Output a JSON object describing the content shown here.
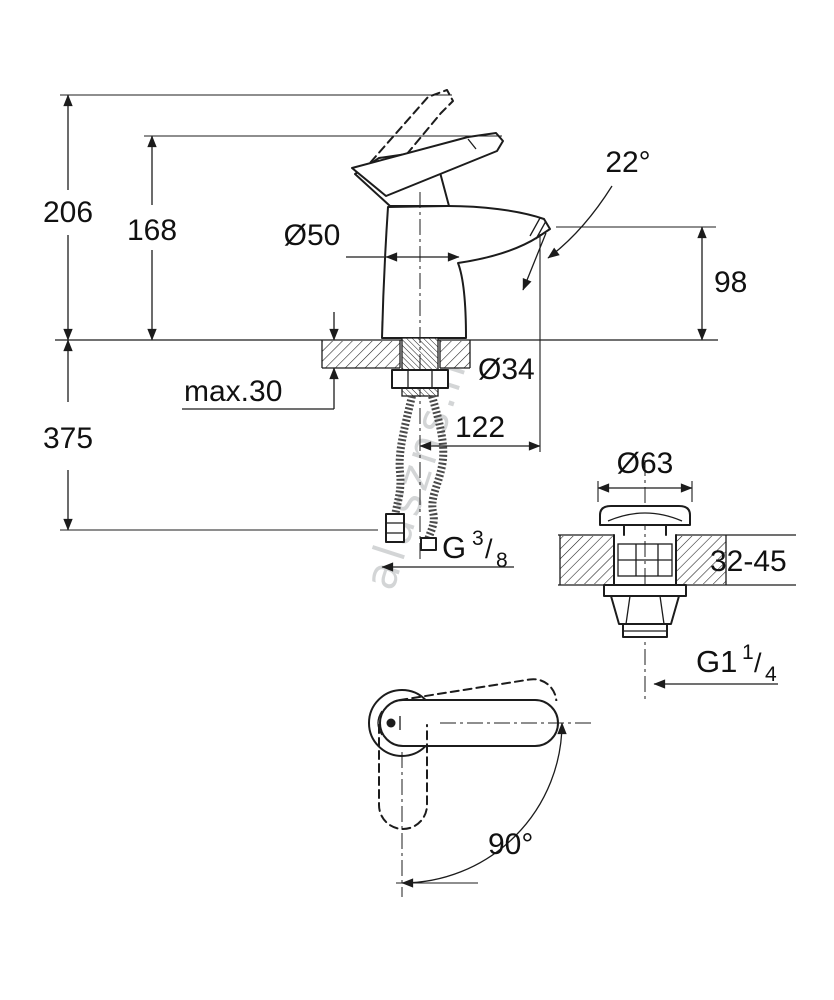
{
  "watermark": "alaszns.h",
  "dims": {
    "total_height": "206",
    "handle_height": "168",
    "body_diameter": "Ø50",
    "spout_angle": "22°",
    "spout_height": "98",
    "below_deck_depth": "375",
    "deck_thickness_max": "max.30",
    "hole_diameter": "Ø34",
    "spout_reach": "122",
    "drain_cap_diameter": "Ø63",
    "drain_deck_range": "32-45",
    "handle_swivel_angle": "90°",
    "hose_thread": {
      "g": "G",
      "sup": "3",
      "slash": "/",
      "sub": "8"
    },
    "drain_thread": {
      "g": "G1",
      "sup": "1",
      "slash": "/",
      "sub": "4"
    }
  }
}
